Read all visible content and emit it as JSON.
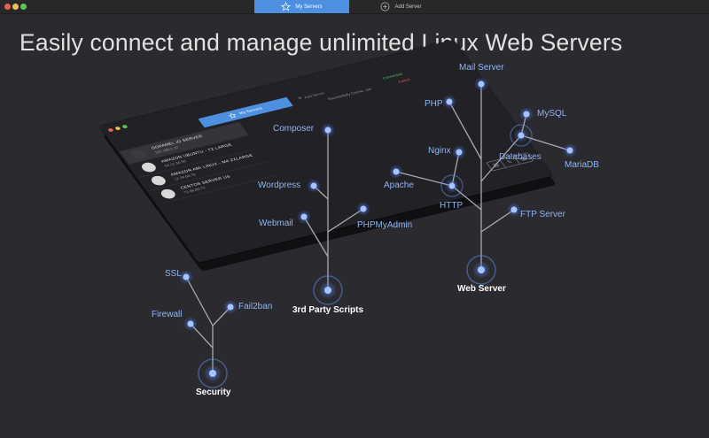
{
  "window": {
    "tabs": [
      {
        "label": "My Servers",
        "icon": "star-icon",
        "active": true
      },
      {
        "label": "Add Server",
        "icon": "plus-circle-icon",
        "active": false
      }
    ]
  },
  "headline": "Easily connect and manage unlimited Linux Web Servers",
  "app": {
    "tab_label": "My Servers",
    "add_label": "Add Server",
    "status_connected": "Connected",
    "status_failed": "Failed",
    "status_connecting": "Successfully Conne...ed",
    "servers": [
      {
        "name": "GOPANEL IO SERVER",
        "ip": "192.168.1.10"
      },
      {
        "name": "AMAZON UBUNTU - T2 LARGE",
        "ip": "54.12.34.56"
      },
      {
        "name": "AMAZON AMI LINUX - M4 2XLARGE",
        "ip": "12.34.56.78"
      },
      {
        "name": "CENTOS SERVER US",
        "ip": "71.66.89.70"
      }
    ],
    "actions": [
      "link-icon",
      "pencil-icon",
      "trash-icon"
    ]
  },
  "nodes": {
    "mail_server": "Mail Server",
    "php": "PHP",
    "mysql": "MySQL",
    "nginx": "Nginx",
    "databases": "Databases",
    "mariadb": "MariaDB",
    "apache": "Apache",
    "http": "HTTP",
    "ftp_server": "FTP Server",
    "web_server": "Web Server",
    "composer": "Composer",
    "wordpress": "Wordpress",
    "webmail": "Webmail",
    "phpmyadmin": "PHPMyAdmin",
    "third_party": "3rd Party Scripts",
    "ssl": "SSL",
    "fail2ban": "Fail2ban",
    "firewall": "Firewall",
    "security": "Security"
  },
  "colors": {
    "accent": "#4d8fe0",
    "node_glow": "#5b8df0",
    "background": "#2b2b2f"
  }
}
